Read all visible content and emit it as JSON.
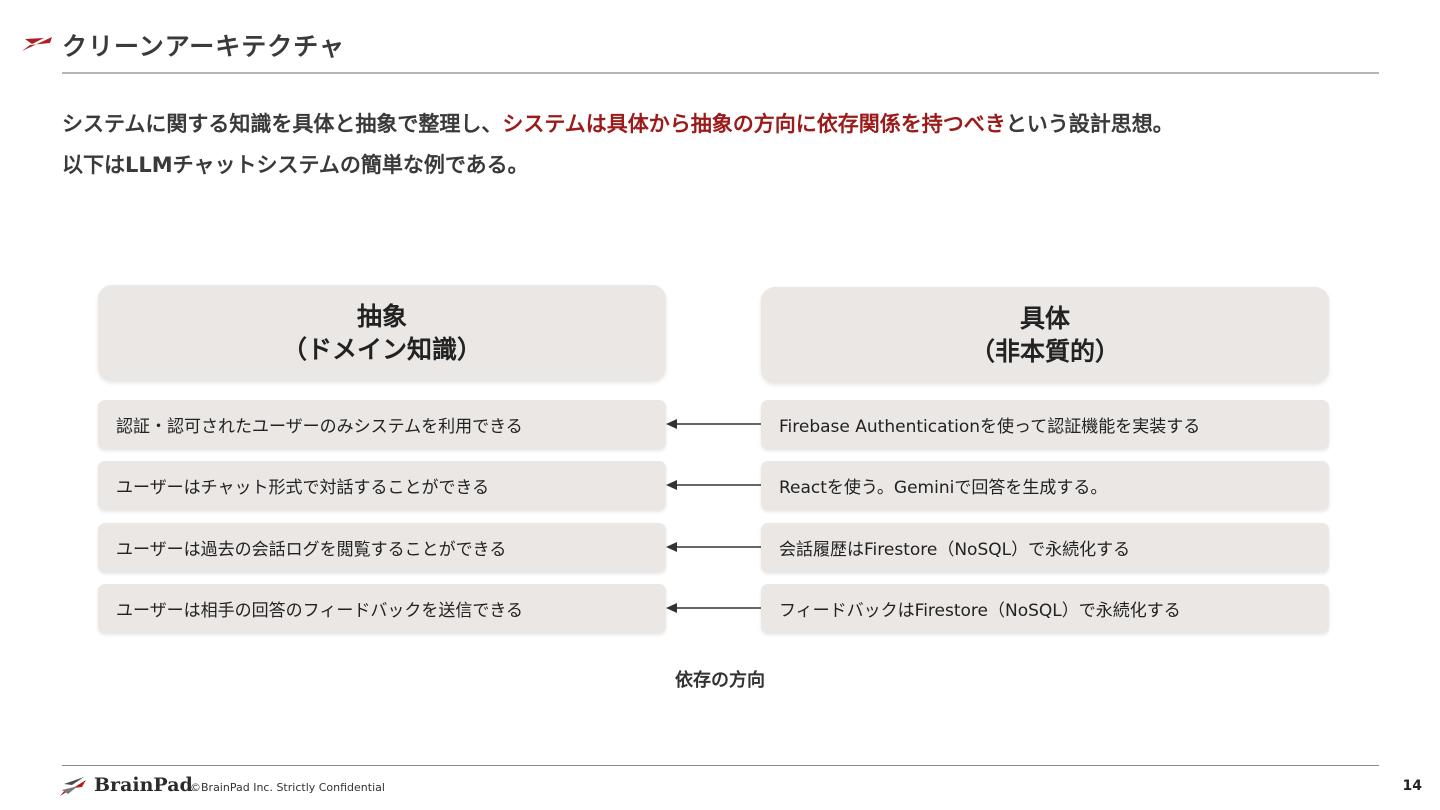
{
  "header": {
    "title": "クリーンアーキテクチャ"
  },
  "lead": {
    "line1_pre": "システムに関する知識を具体と抽象で整理し、",
    "line1_highlight": "システムは具体から抽象の方向に依存関係を持つべき",
    "line1_post": "という設計思想。",
    "line2": "以下はLLMチャットシステムの簡単な例である。",
    "highlight_color": "#9b1b1b"
  },
  "diagram": {
    "abstract_header": {
      "line1": "抽象",
      "line2": "（ドメイン知識）"
    },
    "concrete_header": {
      "line1": "具体",
      "line2": "（非本質的）"
    },
    "abstract_items": [
      "認証・認可されたユーザーのみシステムを利用できる",
      "ユーザーはチャット形式で対話することができる",
      "ユーザーは過去の会話ログを閲覧することができる",
      "ユーザーは相手の回答のフィードバックを送信できる"
    ],
    "concrete_items": [
      "Firebase Authenticationを使って認証機能を実装する",
      "Reactを使う。Geminiで回答を生成する。",
      "会話履歴はFirestore（NoSQL）で永続化する",
      "フィードバックはFirestore（NoSQL）で永続化する"
    ],
    "dependency_label": "依存の方向",
    "box_color": "#ebe7e4"
  },
  "footer": {
    "logo": "BrainPad",
    "copyright": "©BrainPad Inc.  Strictly Confidential",
    "page_number": "14"
  }
}
